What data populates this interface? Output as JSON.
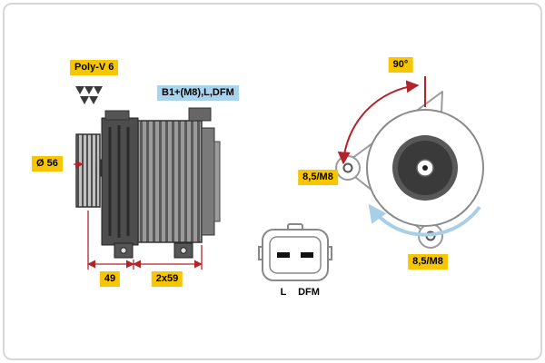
{
  "diagram": {
    "belt_type": "Poly-V 6",
    "terminal_spec": "B1+(M8),L,DFM",
    "pulley_diameter": "Ø 56",
    "dim_pulley_to_body": "49",
    "dim_body": "2x59",
    "mount_angle": "90°",
    "mount_hole_left": "8,5/M8",
    "mount_hole_bottom": "8,5/M8",
    "connector_pin_left": "L",
    "connector_pin_right": "DFM"
  },
  "colors": {
    "label_yellow": "#F7C600",
    "label_blue": "#A8D4EE",
    "dimension_red": "#B4232A",
    "rotation_blue": "#A9CFE8",
    "part_dark_gray": "#4D4D4D"
  }
}
